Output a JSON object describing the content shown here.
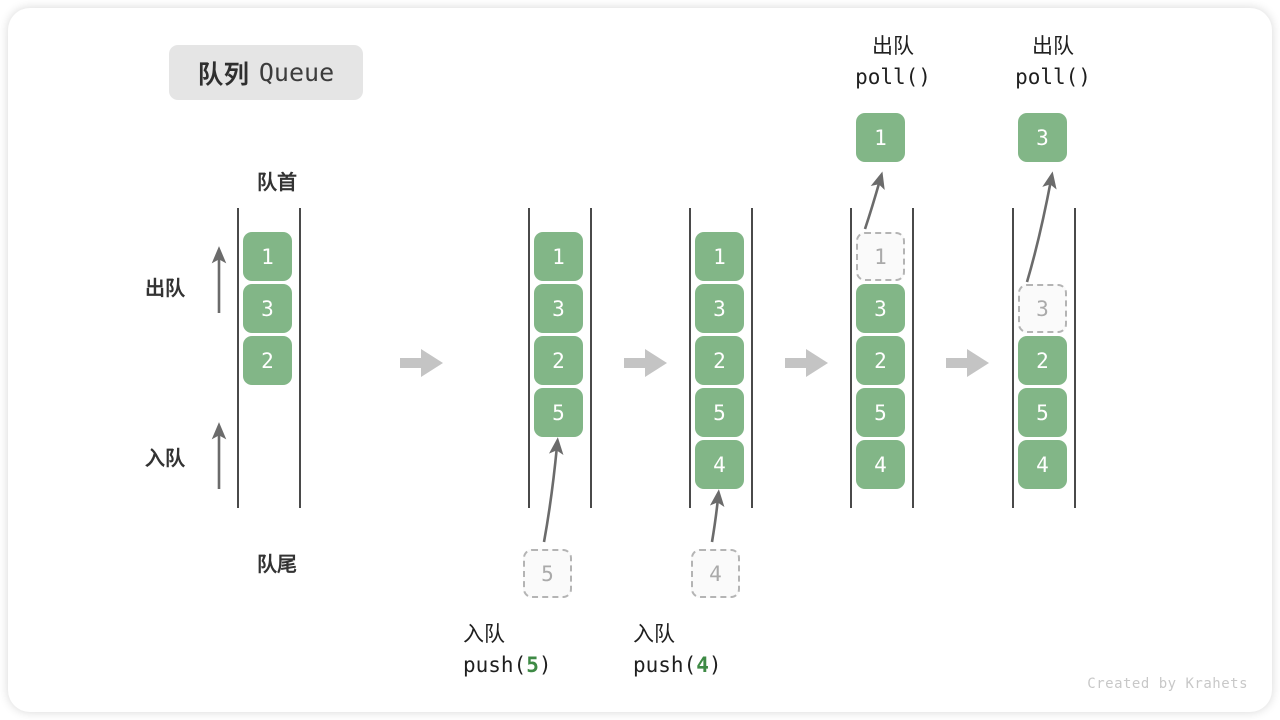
{
  "title": {
    "cn": "队列",
    "en": "Queue"
  },
  "labels": {
    "head": "队首",
    "tail": "队尾",
    "dequeue": "出队",
    "enqueue": "入队"
  },
  "credit": "Created by Krahets",
  "colors": {
    "cell_fill": "#82b687",
    "cell_text": "#ffffff",
    "ghost_border": "#b4b4b4",
    "ghost_fill": "#fafafa",
    "ghost_text": "#aaaaaa",
    "rail": "#4a4a4a",
    "arrow": "#6b6b6b",
    "step_arrow": "#c4c4c4",
    "badge_bg": "#e5e5e5",
    "accent_green": "#3e8a45"
  },
  "side_arrows": [
    {
      "label": "出队",
      "direction": "up"
    },
    {
      "label": "入队",
      "direction": "up"
    }
  ],
  "operations": [
    {
      "id": "push-5",
      "kind": "push",
      "cn": "入队",
      "call_prefix": "push(",
      "value": "5",
      "call_suffix": ")",
      "ghost_value": "5"
    },
    {
      "id": "push-4",
      "kind": "push",
      "cn": "入队",
      "call_prefix": "push(",
      "value": "4",
      "call_suffix": ")",
      "ghost_value": "4"
    },
    {
      "id": "poll-1",
      "kind": "poll",
      "cn": "出队",
      "call_prefix": "poll(",
      "value": "",
      "call_suffix": ")",
      "popped_value": "1"
    },
    {
      "id": "poll-2",
      "kind": "poll",
      "cn": "出队",
      "call_prefix": "poll(",
      "value": "",
      "call_suffix": ")",
      "popped_value": "3"
    }
  ],
  "columns": [
    {
      "id": "state-0",
      "cells": [
        {
          "value": "1",
          "state": "filled"
        },
        {
          "value": "3",
          "state": "filled"
        },
        {
          "value": "2",
          "state": "filled"
        }
      ]
    },
    {
      "id": "state-1",
      "cells": [
        {
          "value": "1",
          "state": "filled"
        },
        {
          "value": "3",
          "state": "filled"
        },
        {
          "value": "2",
          "state": "filled"
        },
        {
          "value": "5",
          "state": "filled"
        }
      ]
    },
    {
      "id": "state-2",
      "cells": [
        {
          "value": "1",
          "state": "filled"
        },
        {
          "value": "3",
          "state": "filled"
        },
        {
          "value": "2",
          "state": "filled"
        },
        {
          "value": "5",
          "state": "filled"
        },
        {
          "value": "4",
          "state": "filled"
        }
      ]
    },
    {
      "id": "state-3",
      "cells": [
        {
          "value": "1",
          "state": "ghost"
        },
        {
          "value": "3",
          "state": "filled"
        },
        {
          "value": "2",
          "state": "filled"
        },
        {
          "value": "5",
          "state": "filled"
        },
        {
          "value": "4",
          "state": "filled"
        }
      ]
    },
    {
      "id": "state-4",
      "cells": [
        {
          "value": "",
          "state": "empty"
        },
        {
          "value": "3",
          "state": "ghost"
        },
        {
          "value": "2",
          "state": "filled"
        },
        {
          "value": "5",
          "state": "filled"
        },
        {
          "value": "4",
          "state": "filled"
        }
      ]
    }
  ],
  "popped_cells": [
    {
      "value": "1"
    },
    {
      "value": "3"
    }
  ],
  "staged_cells": [
    {
      "value": "5"
    },
    {
      "value": "4"
    }
  ]
}
